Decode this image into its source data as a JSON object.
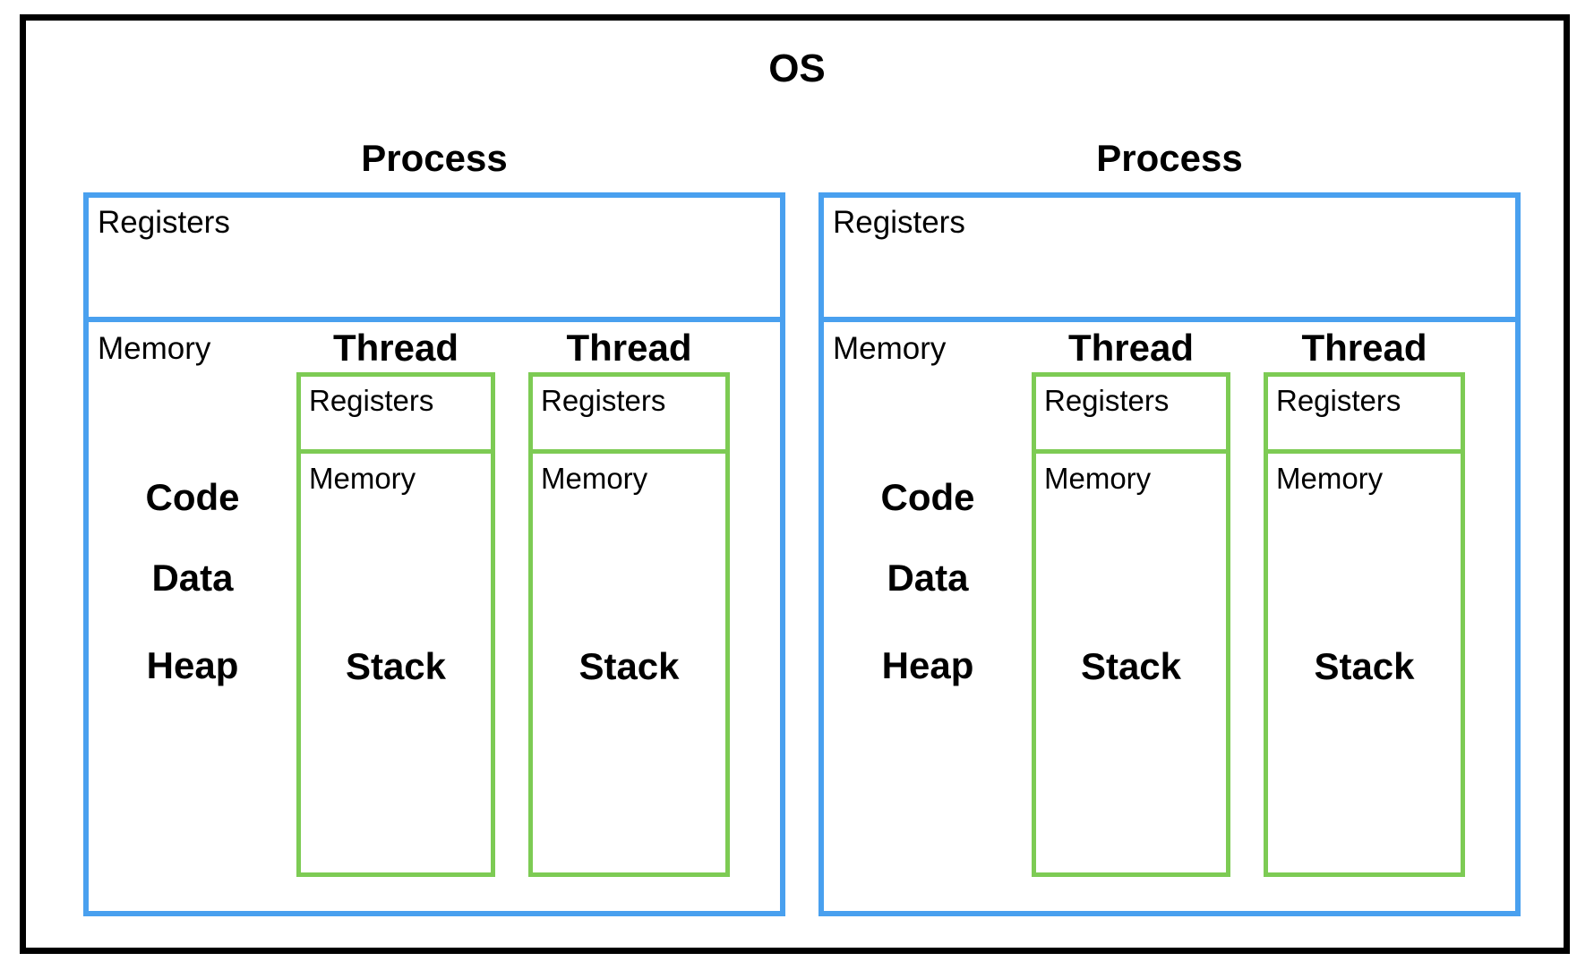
{
  "diagram": {
    "os_label": "OS",
    "colors": {
      "frame_border": "#000000",
      "process_border": "#49a0ef",
      "thread_border": "#7dcb54"
    },
    "processes": [
      {
        "title": "Process",
        "registers_label": "Registers",
        "memory_label": "Memory",
        "memory_items": [
          "Code",
          "Data",
          "Heap"
        ],
        "threads": [
          {
            "title": "Thread",
            "registers_label": "Registers",
            "memory_label": "Memory",
            "stack_label": "Stack"
          },
          {
            "title": "Thread",
            "registers_label": "Registers",
            "memory_label": "Memory",
            "stack_label": "Stack"
          }
        ]
      },
      {
        "title": "Process",
        "registers_label": "Registers",
        "memory_label": "Memory",
        "memory_items": [
          "Code",
          "Data",
          "Heap"
        ],
        "threads": [
          {
            "title": "Thread",
            "registers_label": "Registers",
            "memory_label": "Memory",
            "stack_label": "Stack"
          },
          {
            "title": "Thread",
            "registers_label": "Registers",
            "memory_label": "Memory",
            "stack_label": "Stack"
          }
        ]
      }
    ]
  }
}
